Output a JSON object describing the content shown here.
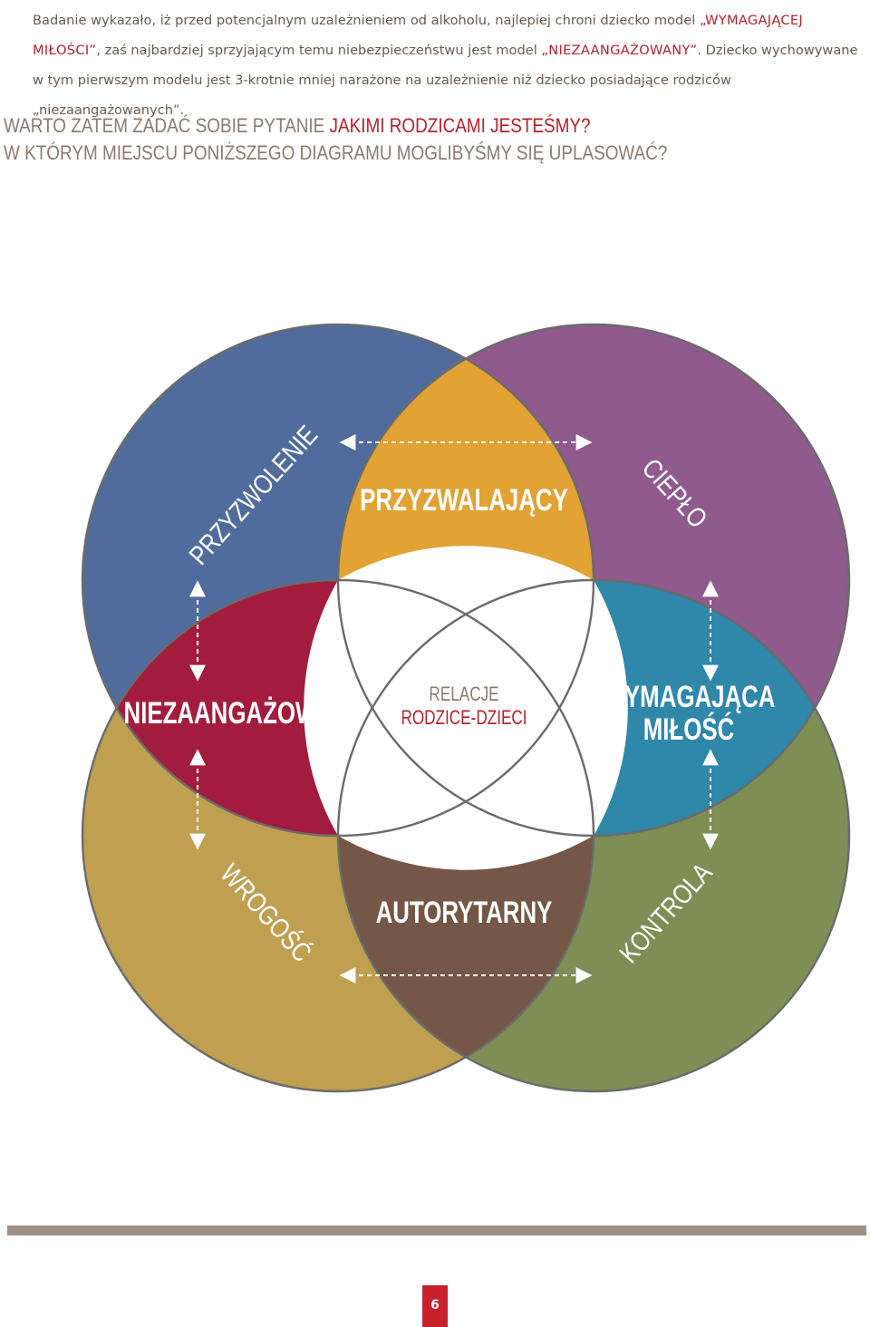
{
  "intro": {
    "part1": "Badanie wykazało, iż przed potencjalnym uzależnieniem od alkoholu, najlepiej chroni dziecko model ",
    "highlight1": "„WYMAGAJĄCEJ MIŁOŚCI”",
    "part2": ", zaś najbardziej sprzyjającym temu niebezpieczeństwu jest model ",
    "highlight2": "„NIEZAANGAŻOWANY”",
    "part3": ". Dziecko wychowywane w tym pierwszym modelu jest 3-krotnie mniej narażone na uzależnienie niż dziecko posiadające rodziców „niezaangażowanych”."
  },
  "question": {
    "line1_plain": "WARTO ZATEM ZADAĆ SOBIE PYTANIE ",
    "line1_highlight": "JAKIMI RODZICAMI JESTEŚMY?",
    "line2": "W KTÓRYM MIEJSCU PONIŻSZEGO DIAGRAMU MOGLIBYŚMY SIĘ UPLASOWAĆ?"
  },
  "diagram": {
    "dimensions": {
      "permission": "PRZYZWOLENIE",
      "warmth": "CIEPŁO",
      "hostility": "WROGOŚĆ",
      "control": "KONTROLA"
    },
    "styles": {
      "permissive": "PRZYZWALAJĄCY",
      "uninvolved": "NIEZAANGAŻOWANY",
      "demanding_love_line1": "WYMAGAJĄCA",
      "demanding_love_line2": "MIŁOŚĆ",
      "authoritarian": "AUTORYTARNY"
    },
    "center": {
      "line1": "RELACJE",
      "line2": "RODZICE-DZIECI"
    },
    "colors": {
      "permission_circle": "#506c9c",
      "warmth_circle": "#8f5a8c",
      "hostility_circle": "#bf9f50",
      "control_circle": "#7d8f55",
      "permissive": "#e2a234",
      "uninvolved": "#a21d3d",
      "demanding_love": "#2f87a9",
      "authoritarian": "#745747",
      "outline": "#6b6b6b",
      "accent_red": "#b8202a"
    }
  },
  "footer": {
    "page_number": "6"
  }
}
